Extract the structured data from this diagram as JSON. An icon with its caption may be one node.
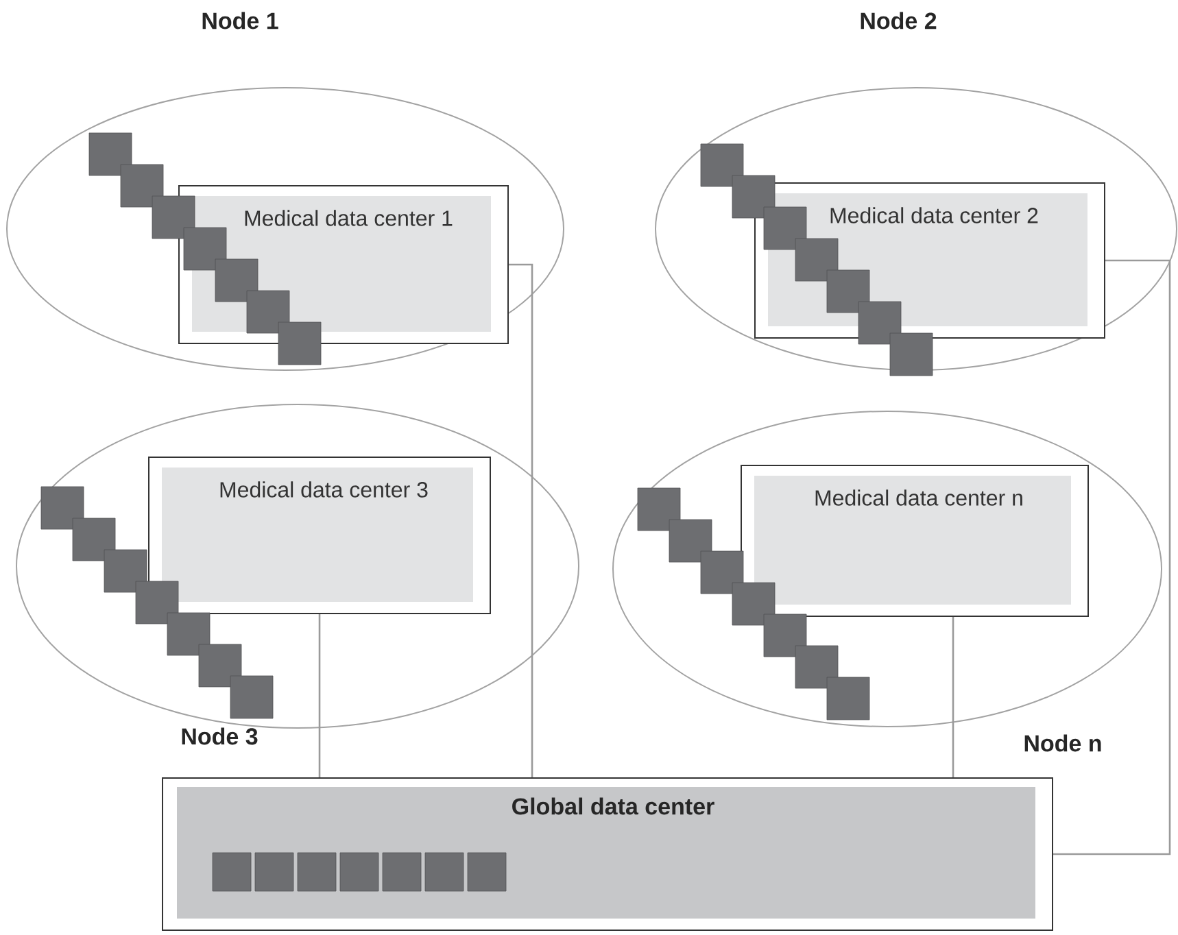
{
  "diagram": {
    "nodes": [
      {
        "text": [
          "Node 1"
        ]
      },
      {
        "text": [
          "Medical data center 1"
        ],
        "in": 0
      },
      {
        "text": [
          "Node 2"
        ]
      },
      {
        "text": [
          "Medical data center 2"
        ],
        "in": 2
      },
      {
        "text": [
          "Node 3"
        ]
      },
      {
        "text": [
          "Medical data center 3"
        ],
        "in": 4
      },
      {
        "text": [
          "Node n"
        ]
      },
      {
        "text": [
          "Medical data center n"
        ],
        "in": 6
      },
      {
        "text": [
          "Global data center"
        ]
      }
    ],
    "edges": [
      {
        "from": 1,
        "to": 8,
        "arrow": "none"
      },
      {
        "from": 3,
        "to": 8,
        "arrow": "none"
      },
      {
        "from": 5,
        "to": 8,
        "arrow": "none"
      },
      {
        "from": 7,
        "to": 8,
        "arrow": "none"
      }
    ]
  }
}
